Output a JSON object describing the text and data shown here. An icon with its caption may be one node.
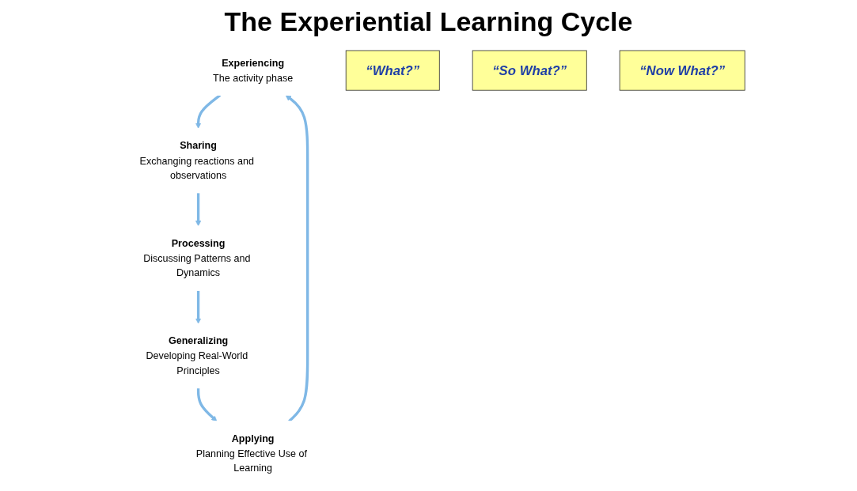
{
  "diagram": {
    "title": "The Experiential Learning Cycle",
    "nodes": [
      {
        "text": [
          "Experiencing",
          "The activity phase"
        ]
      },
      {
        "text": [
          "Sharing",
          "Exchanging reactions and observations"
        ]
      },
      {
        "text": [
          "Processing",
          "Discussing Patterns and Dynamics"
        ]
      },
      {
        "text": [
          "Generalizing",
          "Developing Real-World Principles"
        ]
      },
      {
        "text": [
          "Applying",
          "Planning Effective Use of Learning"
        ]
      },
      {
        "text": [
          "“What?”"
        ]
      },
      {
        "text": [
          "“So What?”"
        ]
      },
      {
        "text": [
          "“Now What?”"
        ]
      }
    ],
    "edges": [
      {
        "from": 0,
        "to": 1,
        "arrow": "to"
      },
      {
        "from": 1,
        "to": 2,
        "arrow": "to"
      },
      {
        "from": 2,
        "to": 3,
        "arrow": "to"
      },
      {
        "from": 3,
        "to": 4,
        "arrow": "to"
      },
      {
        "from": 4,
        "to": 0,
        "arrow": "to"
      }
    ]
  }
}
